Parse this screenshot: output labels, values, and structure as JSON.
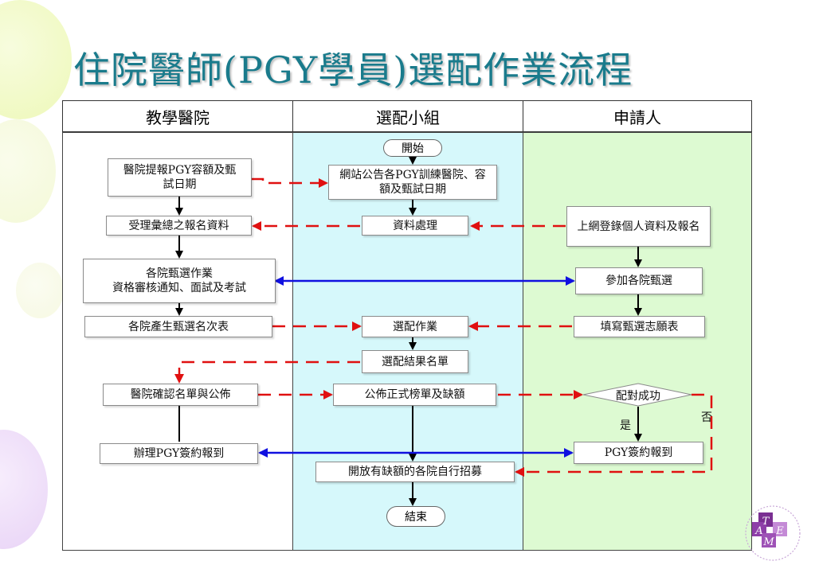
{
  "title": "住院醫師(PGY學員)選配作業流程",
  "columns": [
    {
      "label": "教學醫院"
    },
    {
      "label": "選配小組"
    },
    {
      "label": "申請人"
    }
  ],
  "nodes": {
    "start": "開始",
    "hospital_report": "醫院提報PGY容額及甄試日期",
    "web_announce": "網站公告各PGY訓練醫院、容額及甄試日期",
    "receive_summary": "受理彙總之報名資料",
    "data_process": "資料處理",
    "online_register": "上網登錄個人資料及報名",
    "hospital_selection": "各院甄選作業\n資格審核通知、面試及考試",
    "join_selection": "參加各院甄選",
    "ranking_list": "各院產生甄選名次表",
    "matching": "選配作業",
    "fill_preference": "填寫甄選志願表",
    "match_result": "選配結果名單",
    "confirm_announce": "醫院確認名單與公佈",
    "official_list": "公佈正式榜單及缺額",
    "match_success": "配對成功",
    "contract_hospital": "辦理PGY簽約報到",
    "contract_applicant": "PGY簽約報到",
    "open_recruit": "開放有缺額的各院自行招募",
    "end": "結束"
  },
  "branch_labels": {
    "yes": "是",
    "no": "否"
  },
  "logo": {
    "letters": [
      "T",
      "A",
      "M",
      "E"
    ]
  },
  "colors": {
    "title": "#1a7b8c",
    "lane_committee": "#d6f8fb",
    "lane_applicant": "#ddfad2",
    "arrow_dashed": "#e01010",
    "arrow_blue": "#1010e0",
    "arrow_black": "#000000"
  }
}
